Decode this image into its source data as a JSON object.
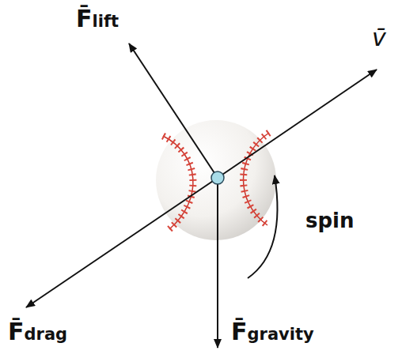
{
  "diagram": {
    "labels": [
      "F̄lift",
      "v̄",
      "F̄drag",
      "F̄gravity",
      "spin"
    ]
  }
}
